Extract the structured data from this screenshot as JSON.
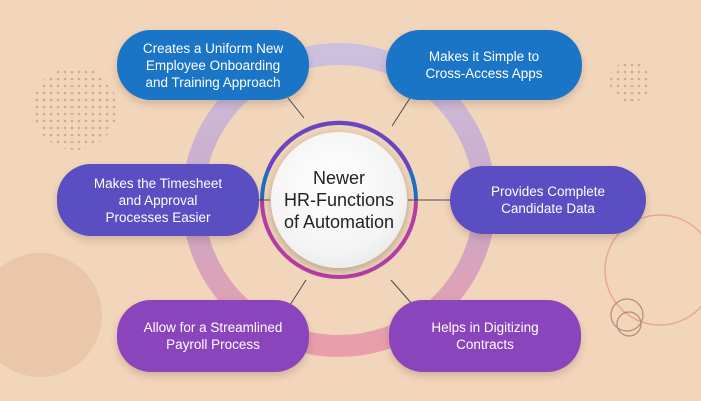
{
  "colors": {
    "background": "#f2d6bb",
    "blue": "#1b75c6",
    "indigo": "#5a4ec2",
    "purple": "#8a45bd",
    "ring_top": "#c9b8e0",
    "ring_bottom": "#e79aa8"
  },
  "center": {
    "title": "Newer\nHR-Functions\nof Automation"
  },
  "nodes": [
    {
      "text": "Creates a Uniform New\nEmployee Onboarding\nand Training Approach"
    },
    {
      "text": "Makes it Simple to\nCross-Access Apps"
    },
    {
      "text": "Makes the Timesheet\nand Approval\nProcesses Easier"
    },
    {
      "text": "Provides Complete\nCandidate Data"
    },
    {
      "text": "Allow for a Streamlined\nPayroll Process"
    },
    {
      "text": "Helps in Digitizing\nContracts"
    }
  ]
}
